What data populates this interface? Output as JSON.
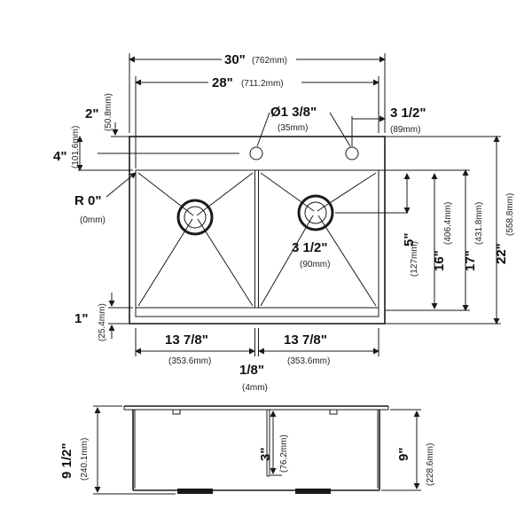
{
  "top_view": {
    "overall_width": {
      "in": "30\"",
      "mm": "(762mm)"
    },
    "inner_width": {
      "in": "28\"",
      "mm": "(711.2mm)"
    },
    "faucet_hole": {
      "in": "Ø1 3/8\"",
      "mm": "(35mm)"
    },
    "hole_offset": {
      "in": "3 1/2\"",
      "mm": "(89mm)"
    },
    "deck_rim": {
      "in": "2\"",
      "mm": "(50.8mm)"
    },
    "deck_depth": {
      "in": "4\"",
      "mm": "(101.6mm)"
    },
    "corner_radius": {
      "in": "R 0\"",
      "mm": "(0mm)"
    },
    "drain": {
      "in": "3 1/2\"",
      "mm": "(90mm)"
    },
    "drain_offset": {
      "in": "5\"",
      "mm": "(127mm)"
    },
    "bowl_depth": {
      "in": "16\"",
      "mm": "(406.4mm)"
    },
    "inner_depth": {
      "in": "17\"",
      "mm": "(431.8mm)"
    },
    "overall_depth": {
      "in": "22\"",
      "mm": "(558.8mm)"
    },
    "front_rim": {
      "in": "1\"",
      "mm": "(25.4mm)"
    },
    "left_bowl": {
      "in": "13 7/8\"",
      "mm": "(353.6mm)"
    },
    "right_bowl": {
      "in": "13 7/8\"",
      "mm": "(353.6mm)"
    },
    "divider": {
      "in": "1/8\"",
      "mm": "(4mm)"
    }
  },
  "side_view": {
    "overall_height": {
      "in": "9 1/2\"",
      "mm": "(240.1mm)"
    },
    "divider_height": {
      "in": "3\"",
      "mm": "(76.2mm)"
    },
    "bowl_height": {
      "in": "9\"",
      "mm": "(228.6mm)"
    }
  },
  "colors": {
    "line": "#1a1a1a",
    "background": "#ffffff"
  }
}
